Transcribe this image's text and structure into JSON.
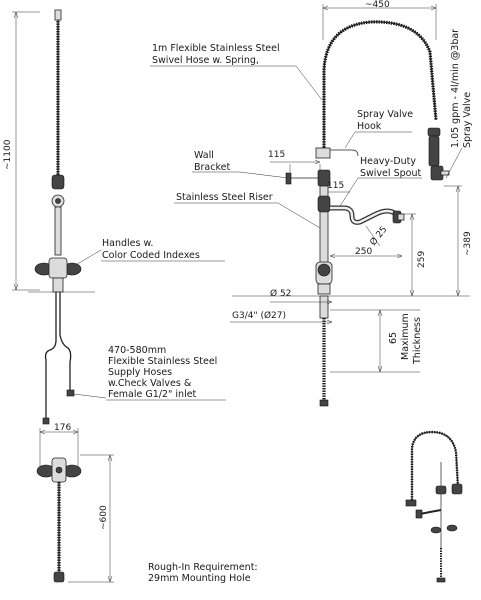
{
  "labels": {
    "hose_l1": "1m Flexible Stainless Steel",
    "hose_l2": "Swivel Hose w. Spring,",
    "hook_l1": "Spray Valve",
    "hook_l2": "Hook",
    "wall_l1": "Wall",
    "wall_l2": "Bracket",
    "spout_l1": "Heavy-Duty",
    "spout_l2": "Swivel Spout",
    "riser": "Stainless Steel Riser",
    "handles_l1": "Handles w.",
    "handles_l2": "Color Coded Indexes",
    "supply_l1": "470-580mm",
    "supply_l2": "Flexible Stainless Steel",
    "supply_l3": "Supply Hoses",
    "supply_l4": "w.Check Valves &",
    "supply_l5": "Female G1/2\" inlet",
    "spray_l1": "1.05 gpm - 4l/min @3bar",
    "spray_l2": "Spray Valve",
    "thick_l1": "65",
    "thick_l2": "Maximum",
    "thick_l3": "Thickness",
    "rough_l1": "Rough-In Requirement:",
    "rough_l2": "29mm Mounting Hole"
  },
  "dimensions": {
    "height": "~1100",
    "width": "~450",
    "bracket": "115",
    "spout_offset": "115",
    "spout_reach": "250",
    "spout_dia": "Ø 25",
    "spout_height": "259",
    "valve_height": "~389",
    "base_dia": "Ø 52",
    "thread": "G3/4\" (Ø27)",
    "bottom_width": "176",
    "bottom_length": "~600"
  }
}
